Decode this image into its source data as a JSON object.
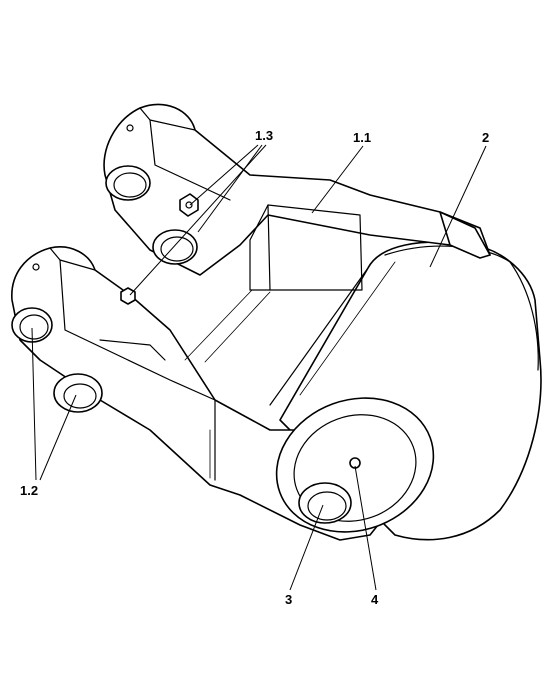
{
  "labels": {
    "l11": "1.1",
    "l12": "1.2",
    "l13": "1.3",
    "l2": "2",
    "l3": "3",
    "l4": "4"
  }
}
